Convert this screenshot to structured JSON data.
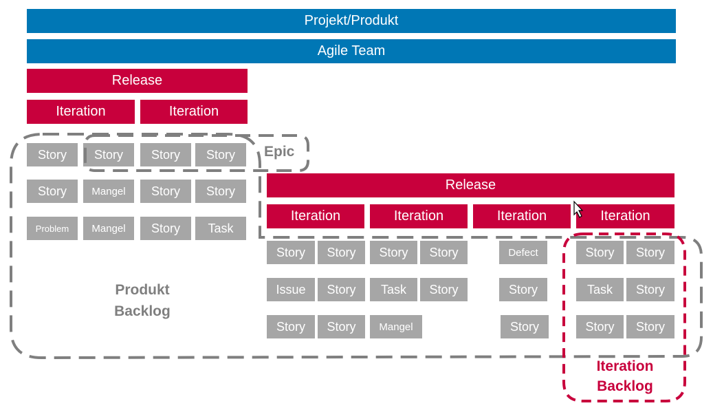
{
  "project": "Projekt/Produkt",
  "team": "Agile Team",
  "release1": {
    "label": "Release",
    "iterations": [
      "Iteration",
      "Iteration"
    ]
  },
  "release2": {
    "label": "Release",
    "iterations": [
      "Iteration",
      "Iteration",
      "Iteration",
      "Iteration"
    ]
  },
  "epic": "Epic",
  "produkt_backlog": [
    "Produkt",
    "Backlog"
  ],
  "iteration_backlog": [
    "Iteration",
    "Backlog"
  ],
  "cards_left": [
    [
      "Story",
      "Story",
      "Story",
      "Story"
    ],
    [
      "Story",
      "Mangel",
      "Story",
      "Story"
    ],
    [
      "Problem",
      "Mangel",
      "Story",
      "Task"
    ]
  ],
  "cards_right_a": [
    [
      "Story",
      "Story",
      "Story",
      "Story"
    ],
    [
      "Issue",
      "Story",
      "Task",
      "Story"
    ],
    [
      "Story",
      "Story",
      "Mangel"
    ]
  ],
  "cards_right_defect": [
    "Defect",
    "Story",
    "Story"
  ],
  "cards_right_b": [
    [
      "Story",
      "Story"
    ],
    [
      "Task",
      "Story"
    ],
    [
      "Story",
      "Story"
    ]
  ],
  "colors": {
    "blue": "#0077b5",
    "red": "#c8003c",
    "card": "#a6a6a6",
    "dash_grey": "#7f7f7f"
  }
}
